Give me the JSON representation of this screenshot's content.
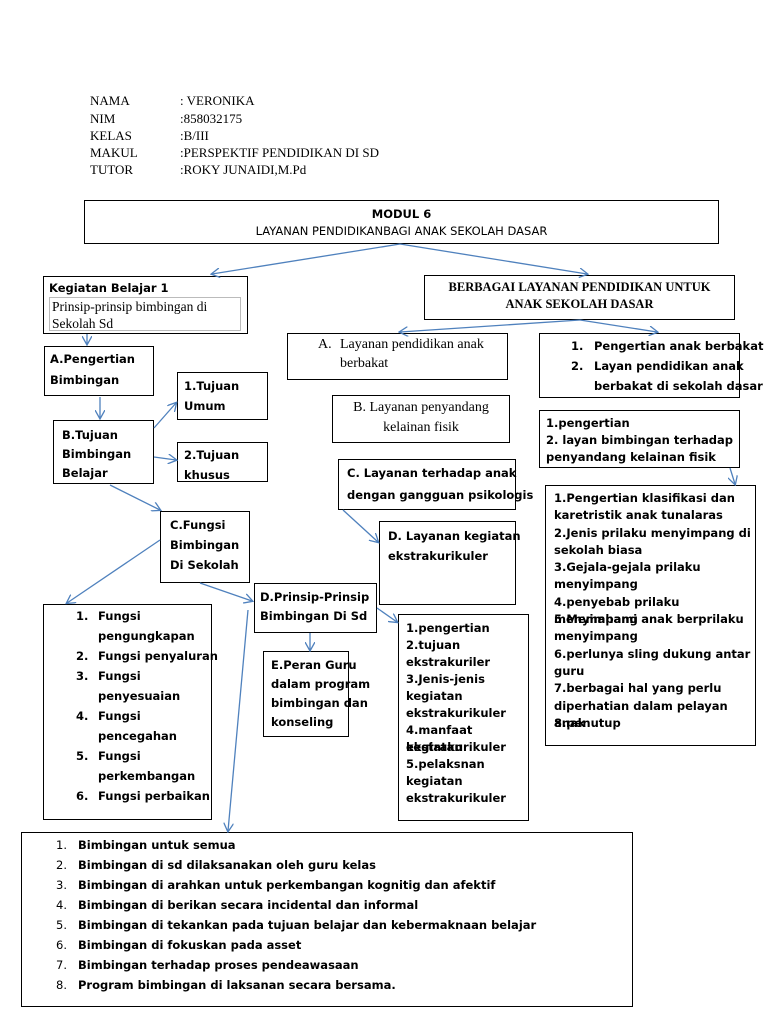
{
  "header": {
    "rows": [
      {
        "label": "NAMA",
        "value": ": VERONIKA"
      },
      {
        "label": "NIM",
        "value": ":858032175"
      },
      {
        "label": "KELAS",
        "value": ":B/III"
      },
      {
        "label": "MAKUL",
        "value": ":PERSPEKTIF PENDIDIKAN DI SD"
      },
      {
        "label": "TUTOR",
        "value": ":ROKY JUNAIDI,M.Pd"
      }
    ]
  },
  "module": {
    "title": "MODUL 6",
    "subtitle": "LAYANAN PENDIDIKANBAGI ANAK SEKOLAH DASAR"
  },
  "kb1": {
    "title": "Kegiatan Belajar 1",
    "inner_line1": "Prinsip-prinsip bimbingan di",
    "inner_line2": "Sekolah   Sd"
  },
  "pengertian": {
    "line1": "A.Pengertian",
    "line2": "Bimbingan"
  },
  "tujuan_umum": {
    "line1": "1.Tujuan",
    "line2": "Umum"
  },
  "tujuan_bimbingan": {
    "line1": "B.Tujuan",
    "line2": "Bimbingan",
    "line3": "Belajar"
  },
  "tujuan_khusus": {
    "line1": "2.Tujuan",
    "line2": "khusus"
  },
  "fungsi_bimbingan": {
    "line1": "C.Fungsi",
    "line2": "Bimbingan",
    "line3": "Di Sekolah"
  },
  "prinsip": {
    "line1": "D.Prinsip-Prinsip",
    "line2": "Bimbingan Di Sd"
  },
  "peran": {
    "line1": "E.Peran Guru",
    "line2": "dalam program",
    "line3": "bimbingan dan",
    "line4": "konseling"
  },
  "fungsi_list": {
    "items": [
      {
        "n": "1.",
        "l1": "Fungsi",
        "l2": "pengungkapan"
      },
      {
        "n": "2.",
        "l1": "Fungsi penyaluran",
        "l2": ""
      },
      {
        "n": "3.",
        "l1": "Fungsi",
        "l2": "penyesuaian"
      },
      {
        "n": "4.",
        "l1": "Fungsi",
        "l2": "pencegahan"
      },
      {
        "n": "5.",
        "l1": "Fungsi",
        "l2": "perkembangan"
      },
      {
        "n": "6.",
        "l1": "Fungsi perbaikan",
        "l2": ""
      }
    ]
  },
  "prinsip_list": {
    "items": [
      {
        "n": "1.",
        "text": "Bimbingan untuk semua"
      },
      {
        "n": "2.",
        "text": "Bimbingan di sd dilaksanakan oleh guru kelas"
      },
      {
        "n": "3.",
        "text": "Bimbingan di arahkan untuk perkembangan kognitig dan afektif"
      },
      {
        "n": "4.",
        "text": "Bimbingan di berikan secara incidental dan informal"
      },
      {
        "n": "5.",
        "text": "Bimbingan di tekankan pada tujuan belajar dan kebermaknaan belajar"
      },
      {
        "n": "6.",
        "text": "Bimbingan di fokuskan pada asset"
      },
      {
        "n": "7.",
        "text": "Bimbingan terhadap proses pendeawasaan"
      },
      {
        "n": "8.",
        "text": "Program bimbingan di laksanan secara bersama."
      }
    ]
  },
  "berbagai": {
    "line1": "BERBAGAI LAYANAN PENDIDIKAN UNTUK",
    "line2": "ANAK SEKOLAH DASAR"
  },
  "layanan_a": {
    "n": "A.",
    "line1": "Layanan pendidikan anak",
    "line2": "berbakat"
  },
  "layanan_b": {
    "line1": "B. Layanan penyandang",
    "line2": "kelainan fisik"
  },
  "layanan_c": {
    "line1": "C. Layanan terhadap anak",
    "line2": "dengan gangguan psikologis"
  },
  "layanan_d": {
    "line1": "D. Layanan kegiatan",
    "line2": "ekstrakurikuler"
  },
  "berbakat_list": {
    "items": [
      {
        "n": "1.",
        "l1": "Pengertian anak berbakat",
        "l2": ""
      },
      {
        "n": "2.",
        "l1": "Layan pendidikan anak",
        "l2": "berbakat di sekolah dasar"
      }
    ]
  },
  "fisik_list": {
    "line1": "1.pengertian",
    "line2": "2. layan bimbingan terhadap",
    "line3": "penyandang kelainan fisik"
  },
  "ekstra_list": {
    "lines": [
      "1.pengertian",
      "2.tujuan",
      "ekstrakuriler",
      "3.Jenis-jenis",
      "kegiatan",
      "ekstrakurikuler",
      "4.manfaat kegiatan",
      "ekstrakurikuler",
      "5.pelaksnan",
      "kegiatan",
      "ekstrakurikuler"
    ]
  },
  "tunalaras_list": {
    "lines": [
      "1.Pengertian klasifikasi dan",
      "karetristik anak tunalaras",
      "2.Jenis prilaku menyimpang di",
      "sekolah biasa",
      "3.Gejala-gejala  prilaku",
      "menyimpang",
      "4.penyebab prilaku menyimpang",
      "5.Memahami anak berprilaku",
      "menyimpang",
      "6.perlunya sling dukung antar",
      "guru",
      "7.berbagai hal yang perlu",
      "diperhatian dalam pelayan anak",
      "8.penutup"
    ]
  }
}
